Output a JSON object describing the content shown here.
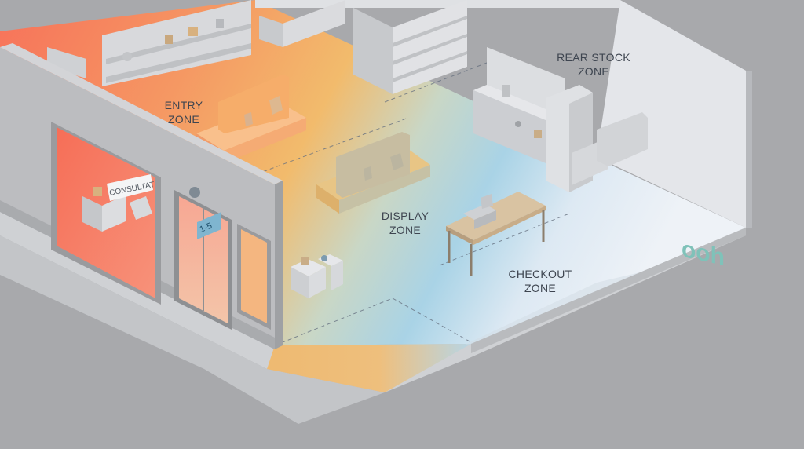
{
  "zones": {
    "entry": {
      "line1": "ENTRY",
      "line2": "ZONE"
    },
    "display": {
      "line1": "DISPLAY",
      "line2": "ZONE"
    },
    "checkout": {
      "line1": "CHECKOUT",
      "line2": "ZONE"
    },
    "rear_stock": {
      "line1": "REAR STOCK",
      "line2": "ZONE"
    }
  },
  "signage": {
    "window_sign": "CONSULTAT",
    "door_sign": "1-5",
    "wall_logo": "ooh"
  },
  "colors": {
    "entry_zone": "#f7725a",
    "display_zone": "#f2b766",
    "checkout_zone": "#a9d3e6",
    "rear_zone": "#e3ecf5"
  }
}
